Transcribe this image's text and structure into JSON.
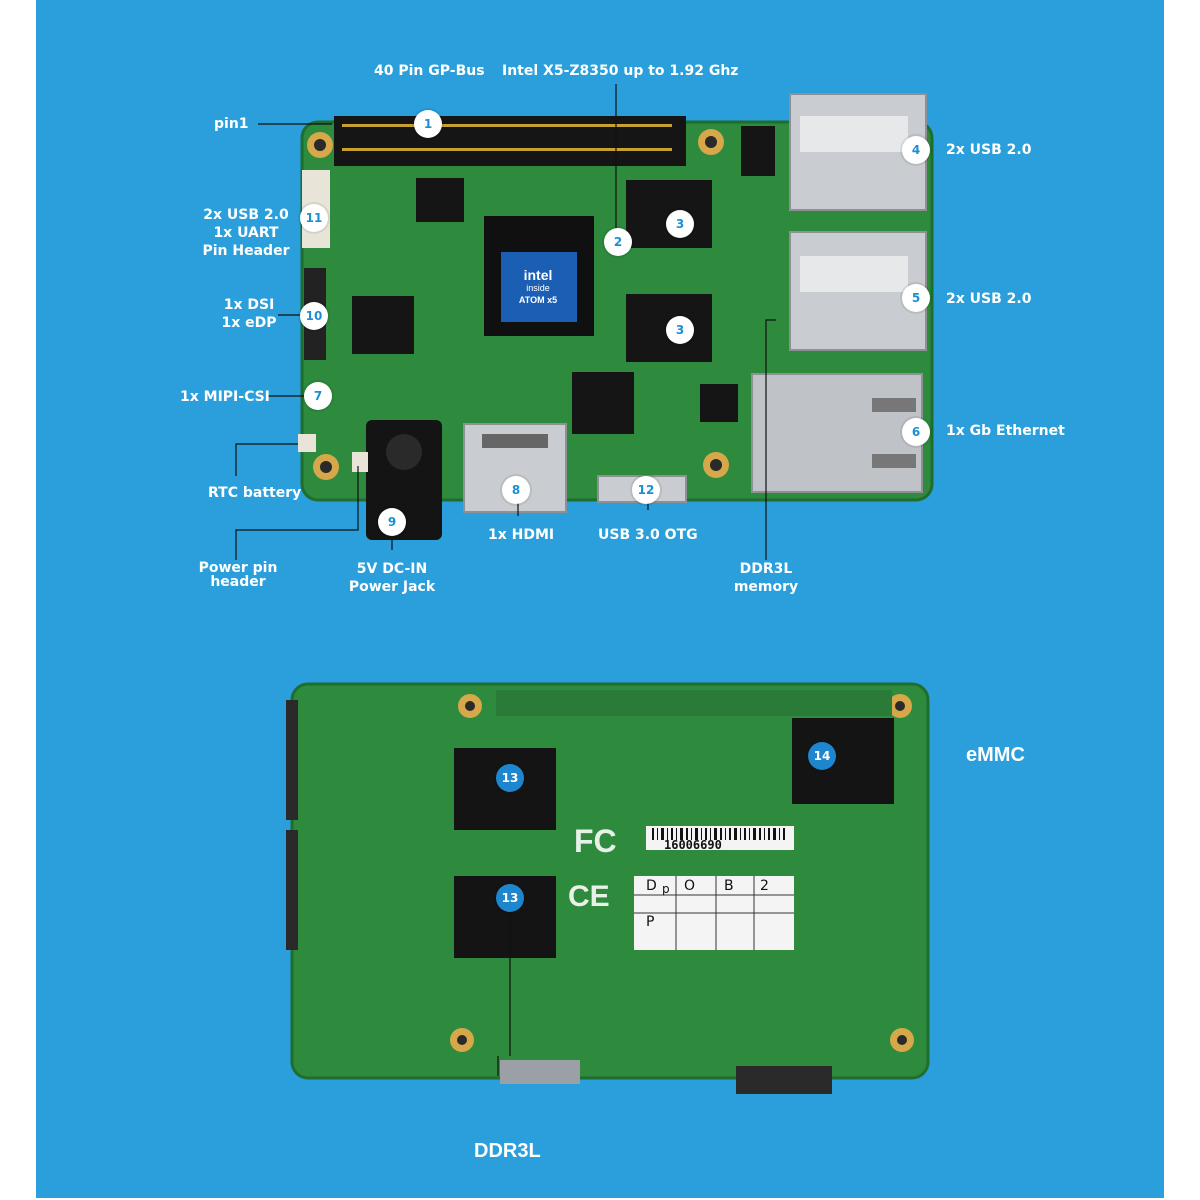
{
  "labels": {
    "gp_bus": "40 Pin GP-Bus",
    "cpu": "Intel X5-Z8350 up to 1.92 Ghz",
    "pin1": "pin1",
    "usb_uart": [
      "2x USB 2.0",
      "1x UART",
      "Pin Header"
    ],
    "dsi_edp": [
      "1x DSI",
      "1x eDP"
    ],
    "mipi": "1x MIPI-CSI",
    "rtc": "RTC battery",
    "power_pin": [
      "Power pin",
      "header"
    ],
    "dc_in": [
      "5V DC-IN",
      "Power Jack"
    ],
    "hdmi": "1x HDMI",
    "otg": "USB 3.0 OTG",
    "ddr3l_memory": [
      "DDR3L",
      "memory"
    ],
    "usb1": "2x USB 2.0",
    "usb2": "2x USB 2.0",
    "ethernet": "1x Gb Ethernet",
    "emmc": "eMMC",
    "ddr3l": "DDR3L"
  },
  "badges": {
    "b1": "1",
    "b2": "2",
    "b3a": "3",
    "b3b": "3",
    "b4": "4",
    "b5": "5",
    "b6": "6",
    "b7": "7",
    "b8": "8",
    "b9": "9",
    "b10": "10",
    "b11": "11",
    "b12": "12",
    "b13a": "13",
    "b13b": "13",
    "b14": "14"
  },
  "board_markings": {
    "intel": "intel",
    "inside": "inside",
    "atom": "ATOM x5",
    "barcode_number": "16006690",
    "grid": [
      "D",
      "p",
      "O",
      "B",
      "2",
      "P"
    ]
  },
  "colors": {
    "background": "#2a9fdb",
    "pcb": "#2e8b3e",
    "pcb_dark": "#1f6e2d",
    "chip": "#1a1a1a",
    "metal": "#c9ccd0",
    "gold": "#d6a84a",
    "line": "#111111"
  }
}
